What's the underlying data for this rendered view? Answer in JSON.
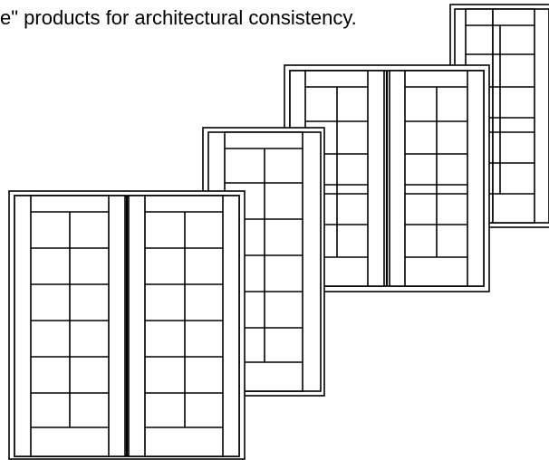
{
  "caption": "e\" products for architectural consistency.",
  "colors": {
    "background": "#ffffff",
    "line": "#000000"
  },
  "illustration": {
    "subject": "door-elevations",
    "doors": [
      {
        "id": "door-far-right",
        "type": "single-door"
      },
      {
        "id": "door-back-double",
        "type": "double-door"
      },
      {
        "id": "door-middle-single",
        "type": "single-door"
      },
      {
        "id": "door-front-double",
        "type": "double-door"
      }
    ]
  }
}
